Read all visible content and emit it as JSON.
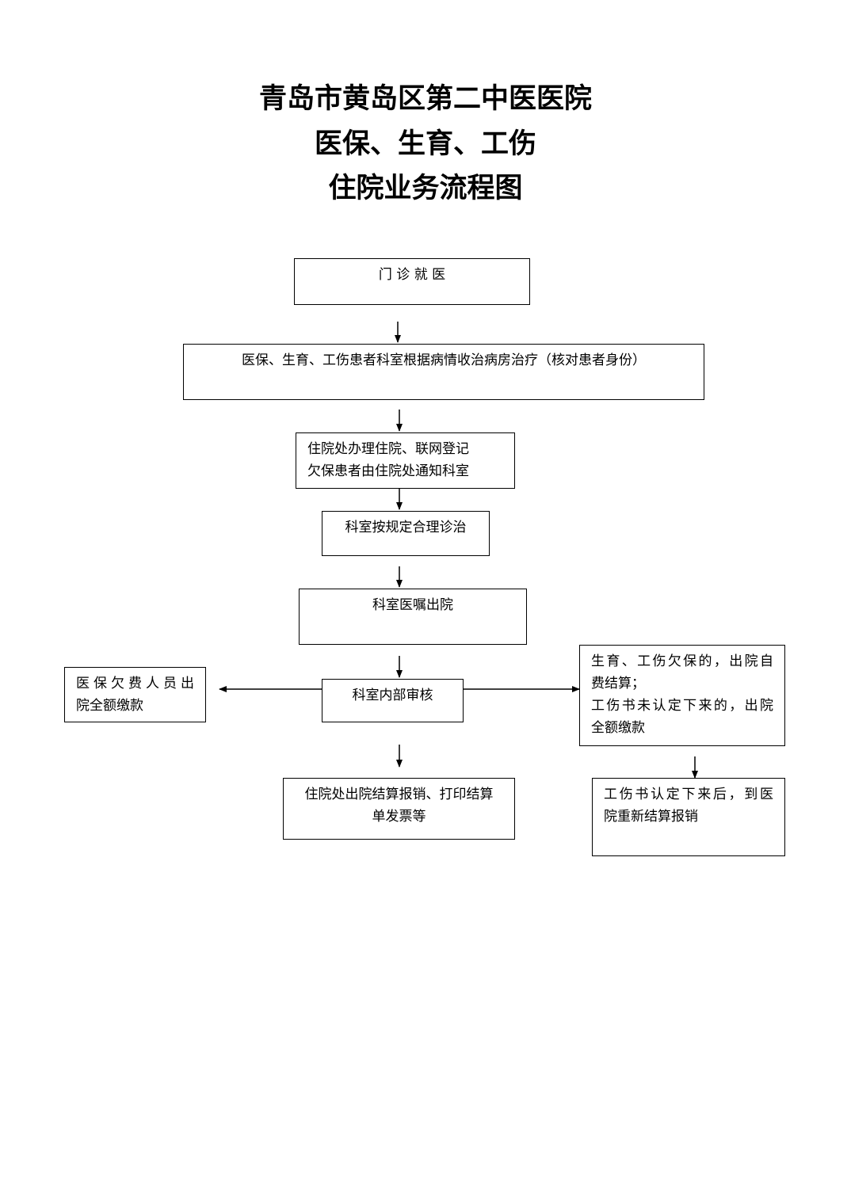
{
  "title": {
    "line1": "青岛市黄岛区第二中医医院",
    "line2": "医保、生育、工伤",
    "line3": "住院业务流程图"
  },
  "nodes": {
    "outpatient": "门 诊 就 医",
    "admission_check": "医保、生育、工伤患者科室根据病情收治病房治疗（核对患者身份）",
    "registration": {
      "line1": "住院处办理住院、联网登记",
      "line2": "欠保患者由住院处通知科室"
    },
    "treatment": "科室按规定合理诊治",
    "discharge_order": "科室医嘱出院",
    "internal_review": "科室内部审核",
    "arrears_full_payment": {
      "line1": "医保欠费人员出",
      "line2": "院全额缴款"
    },
    "self_pay": {
      "line1": "生育、工伤欠保的，出院自",
      "line2": "费结算；",
      "line3": "工伤书未认定下来的，出院",
      "line4": "全额缴款"
    },
    "settlement": {
      "line1": "住院处出院结算报销、打印结算",
      "line2": "单发票等"
    },
    "resettlement": {
      "line1": "工伤书认定下来后，到医",
      "line2": "院重新结算报销"
    }
  }
}
